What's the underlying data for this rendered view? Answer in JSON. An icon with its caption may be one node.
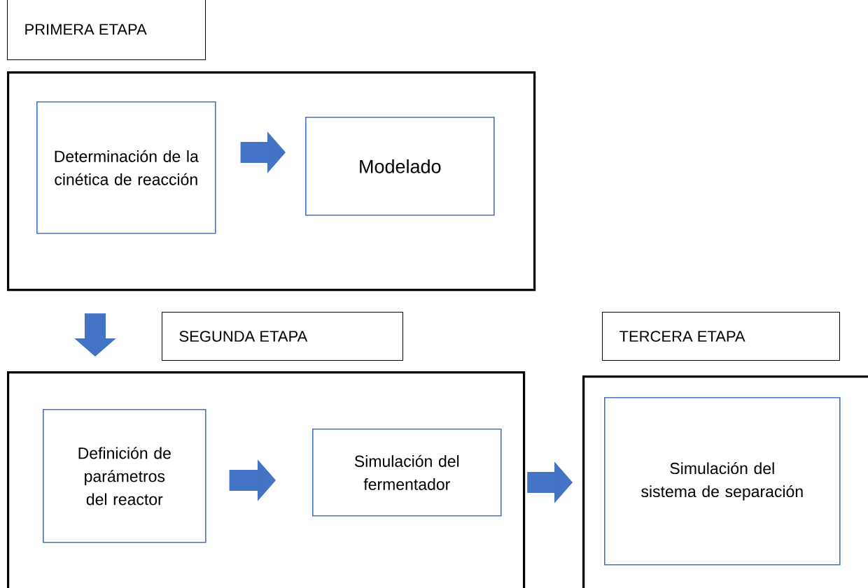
{
  "diagram": {
    "nodes": [
      {
        "text": [
          "PRIMERA ETAPA"
        ]
      },
      {
        "text": [],
        "shape": "box"
      },
      {
        "text": [
          "Determinación de la cinética de reacción"
        ],
        "in": 1
      },
      {
        "text": [
          "Modelado"
        ],
        "in": 1
      },
      {
        "text": [
          "SEGUNDA ETAPA"
        ]
      },
      {
        "text": [],
        "shape": "box"
      },
      {
        "text": [
          "Definición de parámetros del reactor"
        ],
        "in": 5
      },
      {
        "text": [
          "Simulación del fermentador"
        ],
        "in": 5
      },
      {
        "text": [
          "TERCERA ETAPA"
        ]
      },
      {
        "text": [],
        "shape": "box"
      },
      {
        "text": [
          "Simulación del sistema de separación"
        ],
        "in": 9
      }
    ],
    "edges": [
      {
        "from": 2,
        "to": 3,
        "arrow": "to"
      },
      {
        "from": 1,
        "to": 5,
        "arrow": "to"
      },
      {
        "from": 6,
        "to": 7,
        "arrow": "to"
      },
      {
        "from": 5,
        "to": 9,
        "arrow": "to"
      }
    ]
  }
}
